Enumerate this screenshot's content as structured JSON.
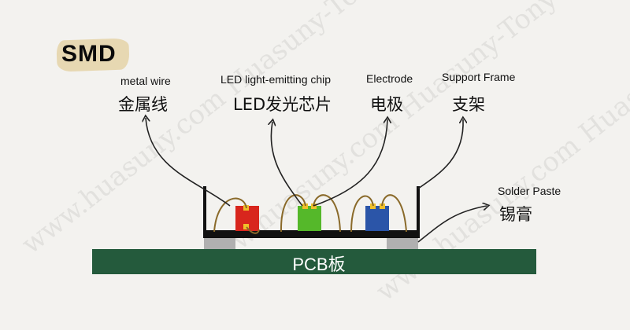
{
  "title": "SMD",
  "labels": {
    "metal_wire_en": "metal wire",
    "metal_wire_cn": "金属线",
    "chip_en": "LED light-emitting chip",
    "chip_cn": "LED发光芯片",
    "electrode_en": "Electrode",
    "electrode_cn": "电极",
    "frame_en": "Support Frame",
    "frame_cn": "支架",
    "paste_en": "Solder Paste",
    "paste_cn": "锡膏",
    "pcb": "PCB板"
  },
  "chips": [
    {
      "name": "red",
      "color": "#d8261d"
    },
    {
      "name": "green",
      "color": "#55b82a"
    },
    {
      "name": "blue",
      "color": "#2b55a8"
    }
  ],
  "colors": {
    "pcb": "#245a3c",
    "frame": "#111111",
    "electrode": "#f0c02a",
    "wire": "#8a6a2a",
    "solder_paste": "#b0b0b0",
    "title_brush": "#e7d8b2"
  },
  "watermark": "www.huasuny.com  Huasuny-Tony"
}
